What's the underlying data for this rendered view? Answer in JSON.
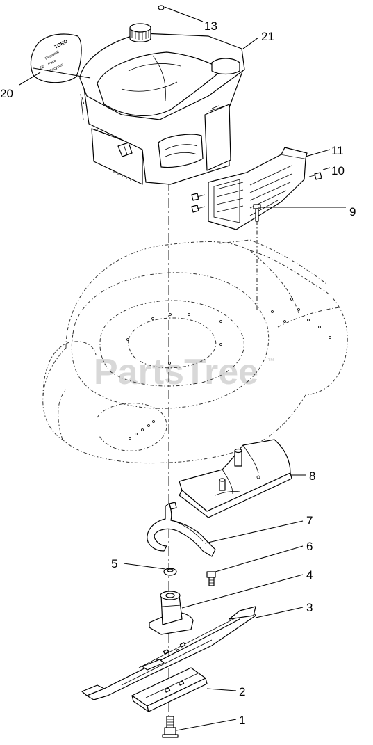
{
  "watermark": {
    "text": "PartsTree",
    "trademark": "™"
  },
  "decal_lines": [
    "TORO",
    "Personal",
    "Pace",
    "Recycler",
    "22\""
  ],
  "parts": [
    {
      "id": "blade-bolt",
      "label": "1"
    },
    {
      "id": "blade-stiffener",
      "label": "2"
    },
    {
      "id": "blade",
      "label": "3"
    },
    {
      "id": "blade-adapter",
      "label": "4"
    },
    {
      "id": "key-washer",
      "label": "5"
    },
    {
      "id": "bolt",
      "label": "6"
    },
    {
      "id": "bail-bracket",
      "label": "7"
    },
    {
      "id": "baffle",
      "label": "8"
    },
    {
      "id": "deck-bolt",
      "label": "9"
    },
    {
      "id": "screw",
      "label": "10"
    },
    {
      "id": "engine-shield",
      "label": "11"
    },
    {
      "id": "plug",
      "label": "13"
    },
    {
      "id": "engine-decal",
      "label": "20"
    },
    {
      "id": "engine",
      "label": "21"
    }
  ]
}
